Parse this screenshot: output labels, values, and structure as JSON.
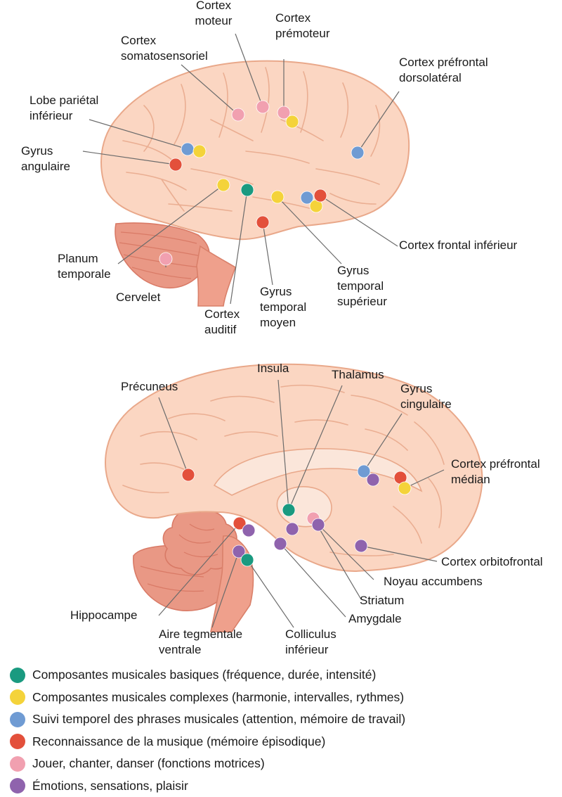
{
  "colors": {
    "basic": "#1a9a80",
    "complex": "#f4d33a",
    "temporal": "#6f9bd3",
    "recognition": "#e3503b",
    "motor": "#f1a0b0",
    "emotion": "#8f63ad"
  },
  "lateral_labels": {
    "cortex_moteur": [
      "Cortex",
      "moteur"
    ],
    "cortex_premoteur": [
      "Cortex",
      "prémoteur"
    ],
    "cortex_somatosensoriel": [
      "Cortex",
      "somatosensoriel"
    ],
    "cortex_prefrontal_dorsolateral": [
      "Cortex préfrontal",
      "dorsolatéral"
    ],
    "lobe_parietal_inferieur": [
      "Lobe pariétal",
      "inférieur"
    ],
    "gyrus_angulaire": [
      "Gyrus",
      "angulaire"
    ],
    "cortex_frontal_inferieur": [
      "Cortex frontal inférieur"
    ],
    "planum_temporale": [
      "Planum",
      "temporale"
    ],
    "cervelet": [
      "Cervelet"
    ],
    "cortex_auditif": [
      "Cortex",
      "auditif"
    ],
    "gyrus_temporal_moyen": [
      "Gyrus",
      "temporal",
      "moyen"
    ],
    "gyrus_temporal_superieur": [
      "Gyrus",
      "temporal",
      "supérieur"
    ]
  },
  "medial_labels": {
    "precuneus": [
      "Précuneus"
    ],
    "insula": [
      "Insula"
    ],
    "thalamus": [
      "Thalamus"
    ],
    "gyrus_cingulaire": [
      "Gyrus",
      "cingulaire"
    ],
    "cortex_prefrontal_median": [
      "Cortex préfrontal",
      "médian"
    ],
    "cortex_orbitofrontal": [
      "Cortex orbitofrontal"
    ],
    "noyau_accumbens": [
      "Noyau accumbens"
    ],
    "striatum": [
      "Striatum"
    ],
    "amygdale": [
      "Amygdale"
    ],
    "hippocampe": [
      "Hippocampe"
    ],
    "aire_tegmentale_ventrale": [
      "Aire tegmentale",
      "ventrale"
    ],
    "colliculus_inferieur": [
      "Colliculus",
      "inférieur"
    ]
  },
  "legend": [
    {
      "key": "basic",
      "text": "Composantes musicales basiques (fréquence, durée, intensité)"
    },
    {
      "key": "complex",
      "text": "Composantes musicales complexes (harmonie, intervalles, rythmes)"
    },
    {
      "key": "temporal",
      "text": "Suivi temporel des phrases musicales (attention, mémoire de travail)"
    },
    {
      "key": "recognition",
      "text": "Reconnaissance de la musique (mémoire épisodique)"
    },
    {
      "key": "motor",
      "text": "Jouer, chanter, danser (fonctions motrices)"
    },
    {
      "key": "emotion",
      "text": "Émotions, sensations, plaisir"
    }
  ]
}
